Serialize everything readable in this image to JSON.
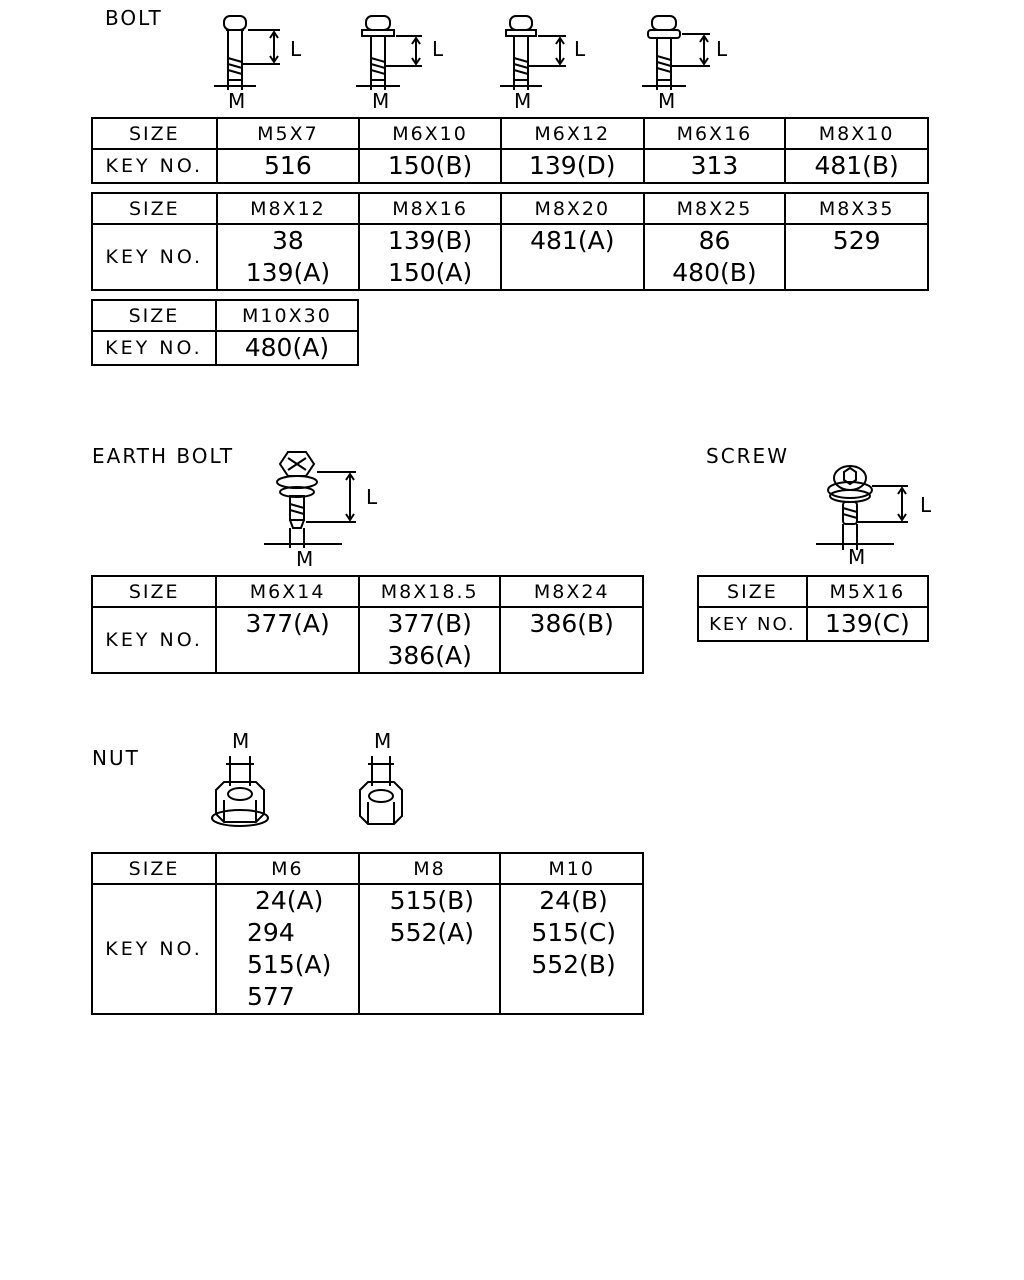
{
  "labels": {
    "size": "SIZE",
    "key_no": "KEY NO."
  },
  "dims": {
    "length": "L",
    "diameter": "M"
  },
  "bolt": {
    "title": "BOLT",
    "table1": {
      "sizes": [
        "M5X7",
        "M6X10",
        "M6X12",
        "M6X16",
        "M8X10"
      ],
      "keys": [
        [
          "516"
        ],
        [
          "150(B)"
        ],
        [
          "139(D)"
        ],
        [
          "313"
        ],
        [
          "481(B)"
        ]
      ]
    },
    "table2": {
      "sizes": [
        "M8X12",
        "M8X16",
        "M8X20",
        "M8X25",
        "M8X35"
      ],
      "keys": [
        [
          "38",
          "139(A)"
        ],
        [
          "139(B)",
          "150(A)"
        ],
        [
          "481(A)"
        ],
        [
          "86",
          "480(B)"
        ],
        [
          "529"
        ]
      ]
    },
    "table3": {
      "sizes": [
        "M10X30"
      ],
      "keys": [
        [
          "480(A)"
        ]
      ]
    }
  },
  "earth_bolt": {
    "title": "EARTH BOLT",
    "table": {
      "sizes": [
        "M6X14",
        "M8X18.5",
        "M8X24"
      ],
      "keys": [
        [
          "377(A)"
        ],
        [
          "377(B)",
          "386(A)"
        ],
        [
          "386(B)"
        ]
      ]
    }
  },
  "screw": {
    "title": "SCREW",
    "table": {
      "sizes": [
        "M5X16"
      ],
      "keys": [
        [
          "139(C)"
        ]
      ]
    }
  },
  "nut": {
    "title": "NUT",
    "table": {
      "sizes": [
        "M6",
        "M8",
        "M10"
      ],
      "keys": [
        [
          " 24(A)",
          "294",
          "515(A)",
          "577"
        ],
        [
          "515(B)",
          "552(A)"
        ],
        [
          " 24(B)",
          "515(C)",
          "552(B)"
        ]
      ]
    }
  }
}
